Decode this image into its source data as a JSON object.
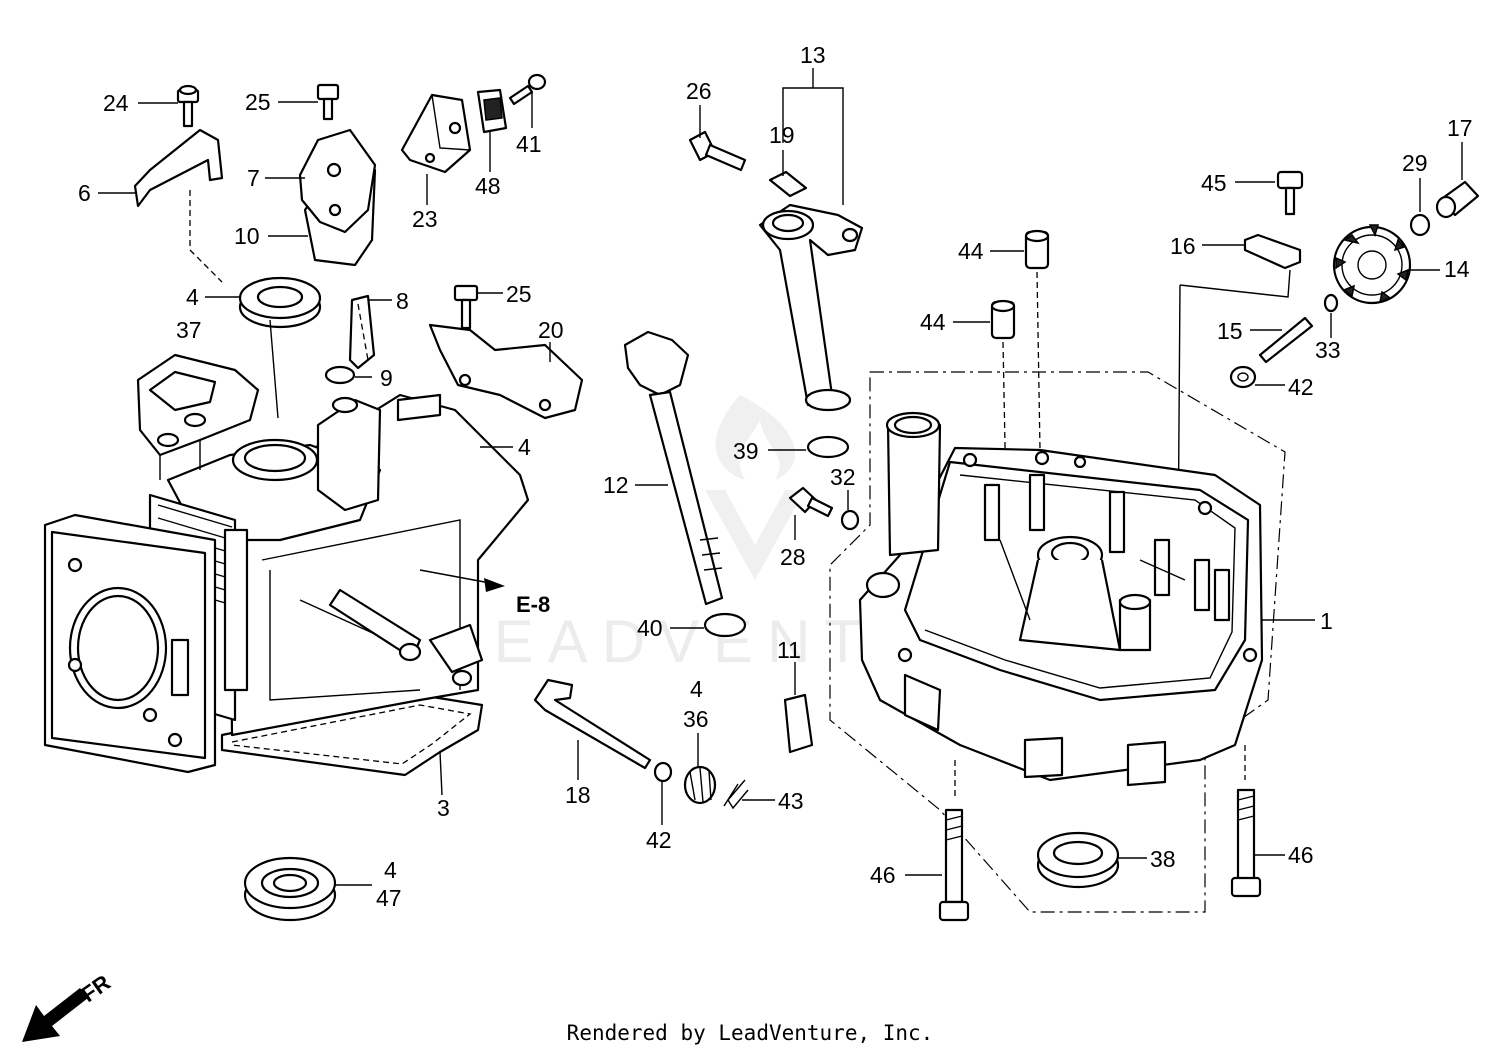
{
  "callouts": [
    {
      "id": "c24",
      "text": "24"
    },
    {
      "id": "c25a",
      "text": "25"
    },
    {
      "id": "c6",
      "text": "6"
    },
    {
      "id": "c7",
      "text": "7"
    },
    {
      "id": "c10",
      "text": "10"
    },
    {
      "id": "c23",
      "text": "23"
    },
    {
      "id": "c48",
      "text": "48"
    },
    {
      "id": "c41",
      "text": "41"
    },
    {
      "id": "c4a",
      "text": "4"
    },
    {
      "id": "c37",
      "text": "37"
    },
    {
      "id": "c8",
      "text": "8"
    },
    {
      "id": "c9",
      "text": "9"
    },
    {
      "id": "c25b",
      "text": "25"
    },
    {
      "id": "c20",
      "text": "20"
    },
    {
      "id": "c4b",
      "text": "4"
    },
    {
      "id": "c3",
      "text": "3"
    },
    {
      "id": "c4c",
      "text": "4"
    },
    {
      "id": "c47",
      "text": "47"
    },
    {
      "id": "c26",
      "text": "26"
    },
    {
      "id": "c13",
      "text": "13"
    },
    {
      "id": "c19",
      "text": "19"
    },
    {
      "id": "c12",
      "text": "12"
    },
    {
      "id": "c39",
      "text": "39"
    },
    {
      "id": "c32",
      "text": "32"
    },
    {
      "id": "c28",
      "text": "28"
    },
    {
      "id": "c40",
      "text": "40"
    },
    {
      "id": "c11",
      "text": "11"
    },
    {
      "id": "c4d",
      "text": "4"
    },
    {
      "id": "c36",
      "text": "36"
    },
    {
      "id": "c18",
      "text": "18"
    },
    {
      "id": "c42a",
      "text": "42"
    },
    {
      "id": "c43",
      "text": "43"
    },
    {
      "id": "c44a",
      "text": "44"
    },
    {
      "id": "c44b",
      "text": "44"
    },
    {
      "id": "c45",
      "text": "45"
    },
    {
      "id": "c16",
      "text": "16"
    },
    {
      "id": "c29",
      "text": "29"
    },
    {
      "id": "c17",
      "text": "17"
    },
    {
      "id": "c14",
      "text": "14"
    },
    {
      "id": "c15",
      "text": "15"
    },
    {
      "id": "c33",
      "text": "33"
    },
    {
      "id": "c42b",
      "text": "42"
    },
    {
      "id": "c1",
      "text": "1"
    },
    {
      "id": "c46a",
      "text": "46"
    },
    {
      "id": "c38",
      "text": "38"
    },
    {
      "id": "c46b",
      "text": "46"
    }
  ],
  "reference": {
    "text": "E-8"
  },
  "direction": {
    "text": "FR"
  },
  "watermark": {
    "text": "LEADVENTURE"
  },
  "footer": {
    "text": "Rendered by LeadVenture, Inc."
  },
  "colors": {
    "ink": "#000000",
    "background": "#ffffff",
    "watermark": "#ececec"
  }
}
